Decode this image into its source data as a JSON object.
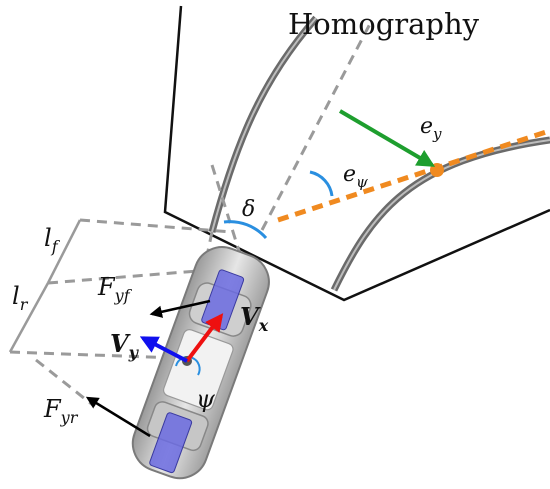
{
  "title": "Homography",
  "labels": {
    "ey_base": "e",
    "ey_sub": "y",
    "epsi_base": "e",
    "epsi_sub": "ψ",
    "delta": "δ",
    "lf_base": "l",
    "lf_sub": "f",
    "lr_base": "l",
    "lr_sub": "r",
    "fyf_base": "F",
    "fyf_sub": "yf",
    "fyr_base": "F",
    "fyr_sub": "yr",
    "vx_base": "V",
    "vx_sub": "x",
    "vy_base": "V",
    "vy_sub": "y",
    "psi": "ψ"
  },
  "colors": {
    "lateral_error_arrow": "#1e9e2e",
    "heading_line": "#f08a20",
    "angle_arc": "#2a8fe0",
    "vx_arrow": "#ee1010",
    "vy_arrow": "#1010ee",
    "force_arrow": "#000000",
    "wheel": "#6b6be0",
    "dashed": "#9a9a9a",
    "lane": "#7d7d7d"
  }
}
